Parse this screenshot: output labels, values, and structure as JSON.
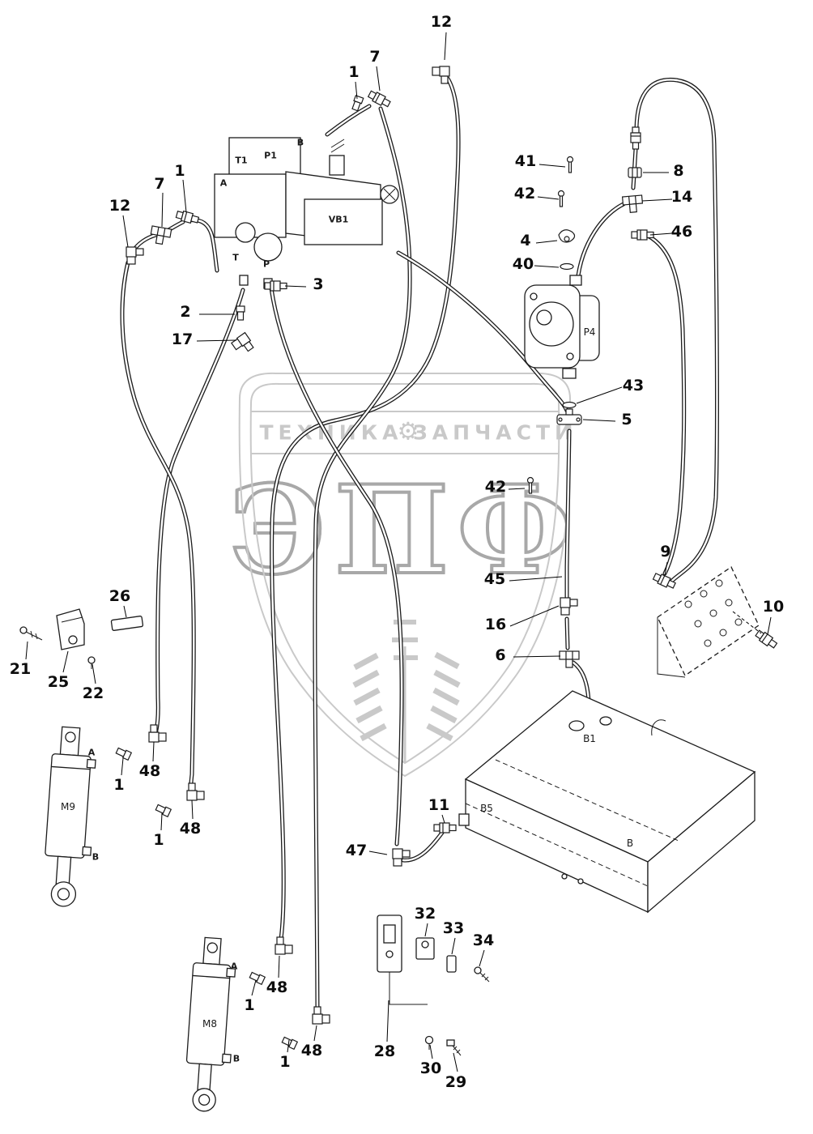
{
  "colors": {
    "line": "#1c1c1c",
    "watermark": "#c9c9c9",
    "background": "#ffffff"
  },
  "watermark": {
    "brand_left": "ТЕХНИКА",
    "gear_icon": "⚙",
    "brand_right": "ЗАПЧАСТИ",
    "logo": "ЭПФ"
  },
  "component_labels": {
    "t1": "T1",
    "p1": "P1",
    "b_valve": "B",
    "a_valve": "A",
    "vb1": "VB1",
    "t_valve": "T",
    "p_valve": "P",
    "p4": "P4",
    "b1": "B1",
    "b5": "B5",
    "b_tank": "B",
    "m9": "M9",
    "m9_a": "A",
    "m9_b": "B",
    "m8": "M8",
    "m8_a": "A",
    "m8_b": "B"
  },
  "callouts": [
    {
      "text": "12"
    },
    {
      "text": "7"
    },
    {
      "text": "1"
    },
    {
      "text": "1"
    },
    {
      "text": "7"
    },
    {
      "text": "12"
    },
    {
      "text": "41"
    },
    {
      "text": "42"
    },
    {
      "text": "4"
    },
    {
      "text": "40"
    },
    {
      "text": "8"
    },
    {
      "text": "14"
    },
    {
      "text": "46"
    },
    {
      "text": "3"
    },
    {
      "text": "2"
    },
    {
      "text": "17"
    },
    {
      "text": "43"
    },
    {
      "text": "5"
    },
    {
      "text": "42"
    },
    {
      "text": "45"
    },
    {
      "text": "9"
    },
    {
      "text": "10"
    },
    {
      "text": "16"
    },
    {
      "text": "6"
    },
    {
      "text": "26"
    },
    {
      "text": "21"
    },
    {
      "text": "25"
    },
    {
      "text": "22"
    },
    {
      "text": "48"
    },
    {
      "text": "1"
    },
    {
      "text": "48"
    },
    {
      "text": "1"
    },
    {
      "text": "11"
    },
    {
      "text": "47"
    },
    {
      "text": "32"
    },
    {
      "text": "33"
    },
    {
      "text": "34"
    },
    {
      "text": "48"
    },
    {
      "text": "1"
    },
    {
      "text": "48"
    },
    {
      "text": "1"
    },
    {
      "text": "28"
    },
    {
      "text": "30"
    },
    {
      "text": "29"
    }
  ]
}
